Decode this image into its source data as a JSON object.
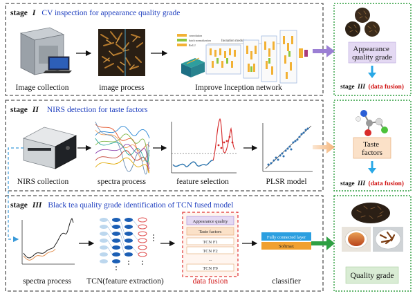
{
  "stage1": {
    "tag": "stage",
    "numeral": "I",
    "title": "CV inspection for appearance quality grade",
    "steps": [
      "Image collection",
      "image process",
      "Improve Inception network"
    ]
  },
  "stage2": {
    "tag": "stage",
    "numeral": "II",
    "title": "NIRS detection for taste factors",
    "steps": [
      "NIRS collection",
      "spectra process",
      "feature selection",
      "PLSR model"
    ]
  },
  "stage3": {
    "tag": "stage",
    "numeral": "III",
    "title": "Black tea quality grade identification of TCN fused model",
    "steps": [
      "spectra process",
      "TCN(feature extraction)",
      "data fusion",
      "classifier"
    ]
  },
  "right": {
    "appearance_label": "Appearance quality grade",
    "taste_label": "Taste factors",
    "fusion_prefix": "stage",
    "fusion_numeral": "III",
    "fusion_link": "(data fusion)",
    "quality_label": "Quality grade"
  },
  "fusion_box": {
    "items": [
      "Appearance quality",
      "Taste factors",
      "TCN F1",
      "TCN F2",
      "...",
      "TCN F9"
    ]
  },
  "classifier": {
    "layers": [
      "Fully connected layer",
      "Softmax"
    ]
  },
  "inception": {
    "legend": [
      "convolution",
      "batch normalization",
      "ReLU"
    ],
    "modules_label": "Inception modules"
  },
  "colors": {
    "stage_blue": "#1f3fbf",
    "fusion_red": "#d01010",
    "right_border": "#2e9e3e",
    "purple_arrow": "#9b7fd4",
    "peach_arrow": "#f4c49a",
    "green_arrow": "#2ea043",
    "blue_arrow": "#29a8e6",
    "dashed_link": "#3a9ad9",
    "appearance_fill": "#e4d9f3",
    "taste_fill": "#fbe1c8",
    "quality_fill": "#d9ecd4",
    "fc_fill": "#2b9fe0",
    "softmax_fill": "#f0a030"
  }
}
